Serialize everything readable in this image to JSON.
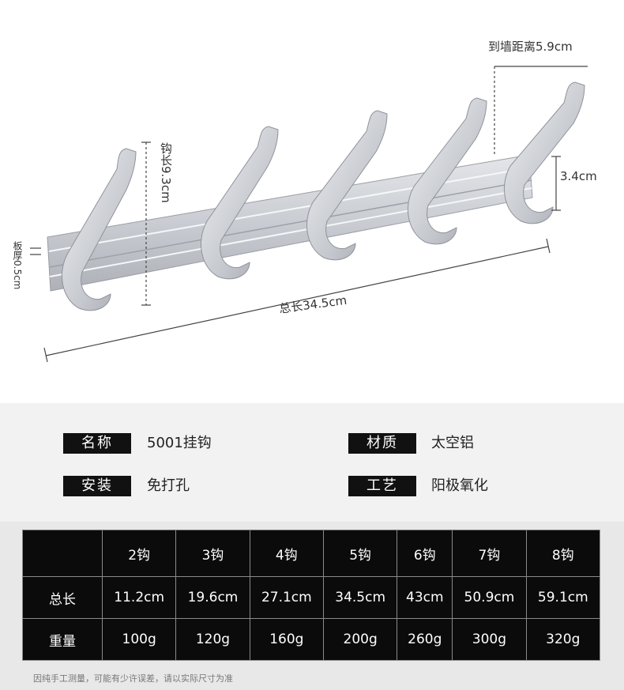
{
  "dimensions": {
    "wall_distance": "到墙距离5.9cm",
    "hook_height": "3.4cm",
    "hook_length": "钩长9.3cm",
    "board_thickness": "板厚0.5cm",
    "total_length": "总长34.5cm"
  },
  "info": {
    "name_label": "名称",
    "name_value": "5001挂钩",
    "material_label": "材质",
    "material_value": "太空铝",
    "install_label": "安装",
    "install_value": "免打孔",
    "process_label": "工艺",
    "process_value": "阳极氧化"
  },
  "table": {
    "headers": [
      "",
      "2钩",
      "3钩",
      "4钩",
      "5钩",
      "6钩",
      "7钩",
      "8钩"
    ],
    "rows": [
      [
        "总长",
        "11.2cm",
        "19.6cm",
        "27.1cm",
        "34.5cm",
        "43cm",
        "50.9cm",
        "59.1cm"
      ],
      [
        "重量",
        "100g",
        "120g",
        "160g",
        "200g",
        "260g",
        "300g",
        "320g"
      ]
    ]
  },
  "footnote": "因纯手工测量，可能有少许误差，请以实际尺寸为准"
}
